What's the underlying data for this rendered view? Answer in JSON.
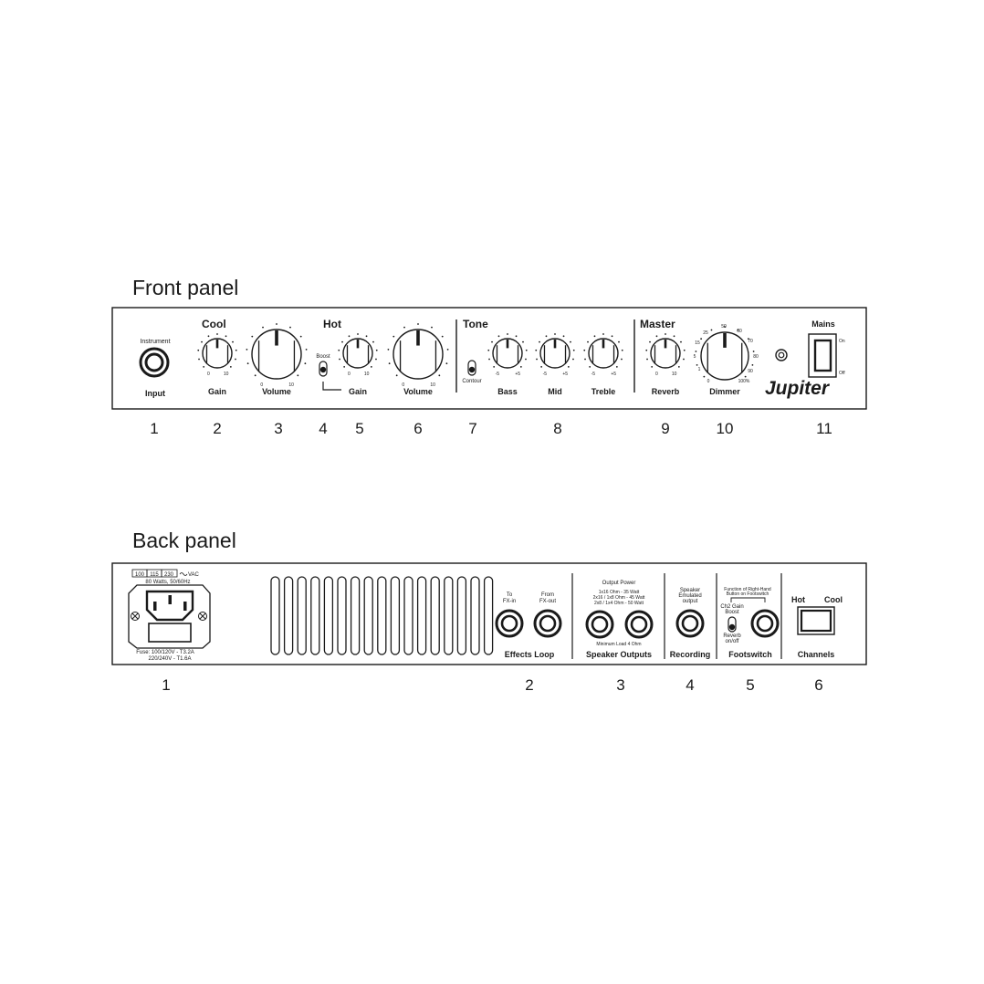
{
  "front": {
    "title": "Front panel",
    "input_top": "Instrument",
    "input_bottom": "Input",
    "cool": "Cool",
    "hot": "Hot",
    "tone": "Tone",
    "master": "Master",
    "mains": "Mains",
    "boost": "Boost",
    "contour": "Contour",
    "on": "On",
    "off": "Off",
    "brand": "Jupiter",
    "knob_labels": {
      "cool_gain": "Gain",
      "cool_volume": "Volume",
      "hot_gain": "Gain",
      "hot_volume": "Volume",
      "bass": "Bass",
      "mid": "Mid",
      "treble": "Treble",
      "reverb": "Reverb",
      "dimmer": "Dimmer"
    },
    "scale": {
      "zero": "0",
      "ten": "10",
      "minus": "-5",
      "plus": "+5"
    },
    "dimmer_scale": [
      "1",
      "5",
      "15",
      "25",
      "50",
      "60",
      "70",
      "80",
      "90",
      "0",
      "100%"
    ],
    "numbers": [
      "1",
      "2",
      "3",
      "4",
      "5",
      "6",
      "7",
      "8",
      "9",
      "10",
      "11"
    ]
  },
  "back": {
    "title": "Back panel",
    "voltage": [
      "100",
      "115",
      "230"
    ],
    "vac": "VAC",
    "power": "80 Watts, 50/60Hz",
    "fuse1": "Fuse: 100/120V - T3.2A",
    "fuse2": "220/240V - T1.6A",
    "fx_to": [
      "To",
      "FX-in"
    ],
    "fx_from": [
      "From",
      "FX-out"
    ],
    "effects_loop": "Effects Loop",
    "output_power": "Output Power",
    "power_lines": [
      "1x16 Ohm - 35 Watt",
      "2x16 / 1x8 Ohm - 45 Watt",
      "2x8 / 1x4 Ohm - 50 Watt"
    ],
    "min_load": "Minimum Load 4 Ohm",
    "speaker_outputs": "Speaker Outputs",
    "speaker_emulated": [
      "Speaker",
      "Emulated",
      "output"
    ],
    "recording": "Recording",
    "fs_function": [
      "Function of Right-Hand",
      "Button on Footswitch"
    ],
    "ch2": [
      "Ch2 Gain",
      "Boost"
    ],
    "reverb_onoff": [
      "Reverb",
      "on/off"
    ],
    "footswitch": "Footswitch",
    "hot": "Hot",
    "cool": "Cool",
    "channels": "Channels",
    "numbers": [
      "1",
      "2",
      "3",
      "4",
      "5",
      "6"
    ]
  },
  "icons": [
    "iec-power-socket",
    "jack-socket",
    "toggle-switch",
    "rocker-switch",
    "led-indicator",
    "ventilation-slots"
  ]
}
